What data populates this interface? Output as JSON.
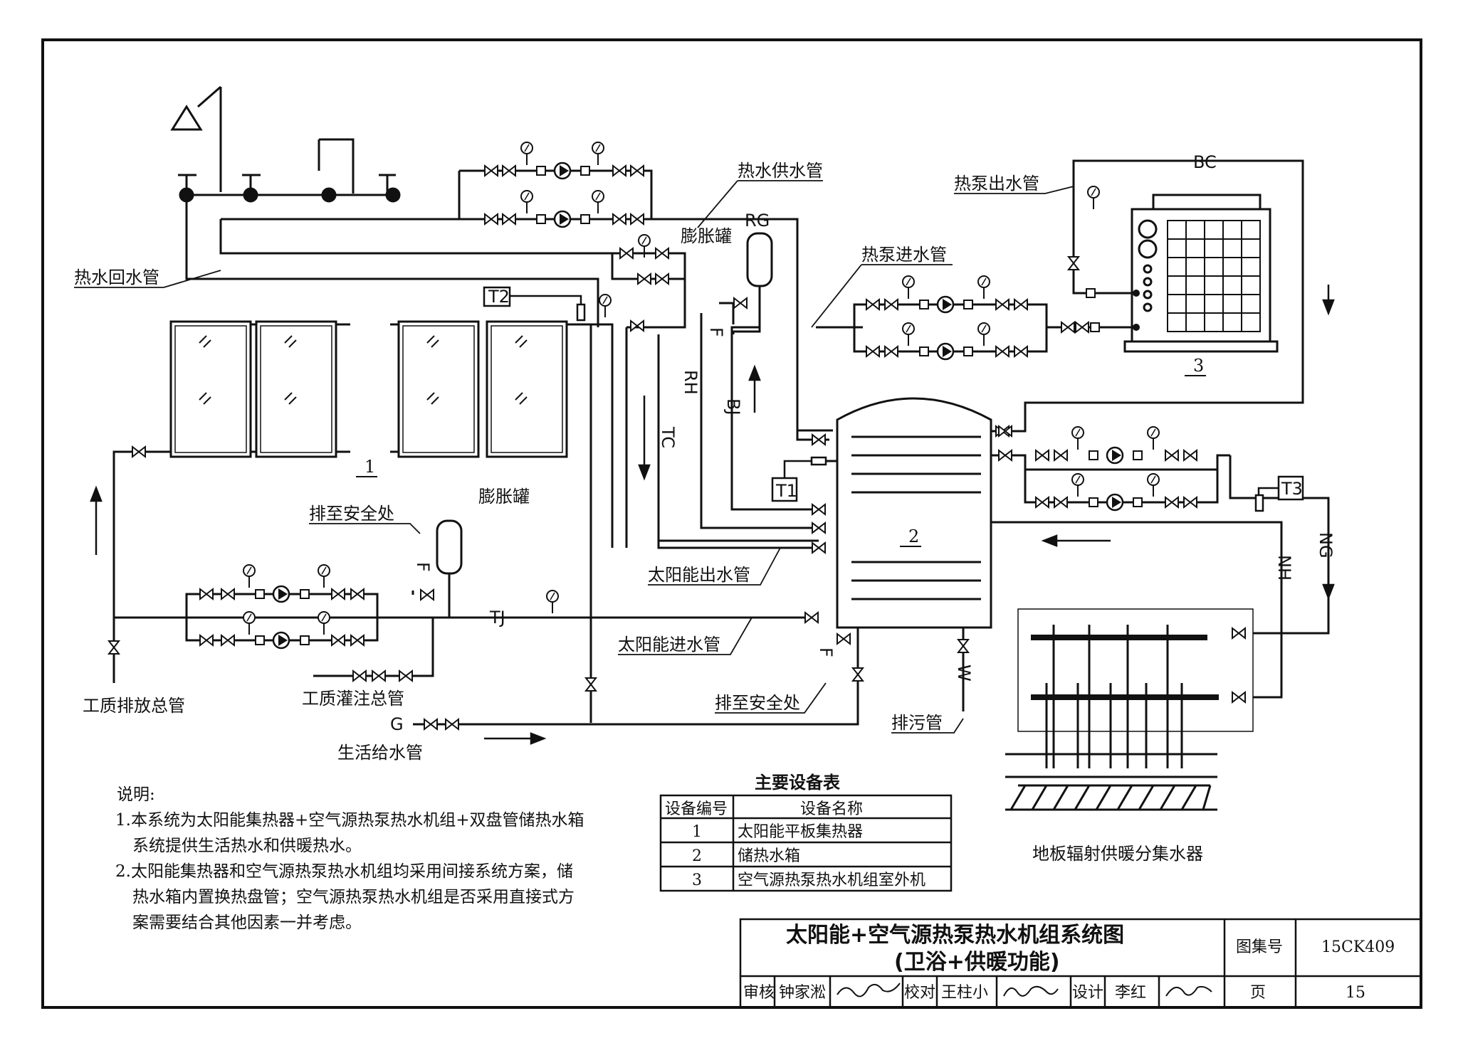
{
  "labels": {
    "hot_return": "热水回水管",
    "hot_supply": "热水供水管",
    "expansion_tank_1": "膨胀罐",
    "expansion_tank_2": "膨胀罐",
    "hp_out": "热泵出水管",
    "hp_in": "热泵进水管",
    "discharge_safe_1": "排至安全处",
    "discharge_safe_2": "排至安全处",
    "solar_out": "太阳能出水管",
    "solar_in": "太阳能进水管",
    "medium_drain": "工质排放总管",
    "medium_fill": "工质灌注总管",
    "domestic_supply": "生活给水管",
    "sewage": "排污管",
    "manifold": "地板辐射供暖分集水器"
  },
  "codes": {
    "RG": "RG",
    "BC": "BC",
    "RH": "RH",
    "BJ": "BJ",
    "TC": "TC",
    "TJ": "TJ",
    "NH": "NH",
    "NG": "NG",
    "G": "G",
    "F1": "F",
    "F2": "F",
    "F3": "F",
    "F4": "F",
    "T1": "T1",
    "T2": "T2",
    "T3": "T3",
    "W": "W"
  },
  "numbers": {
    "n1": "1",
    "n2": "2",
    "n3": "3"
  },
  "notes": {
    "heading": "说明:",
    "lines": [
      "1.本系统为太阳能集热器+空气源热泵热水机组+双盘管储热水箱",
      "系统提供生活热水和供暖热水。",
      "2.太阳能集热器和空气源热泵热水机组均采用间接系统方案，储",
      "热水箱内置换热盘管；空气源热泵热水机组是否采用直接式方",
      "案需要结合其他因素一并考虑。"
    ]
  },
  "equipment": {
    "title": "主要设备表",
    "headers": [
      "设备编号",
      "设备名称"
    ],
    "rows": [
      [
        "1",
        "太阳能平板集热器"
      ],
      [
        "2",
        "储热水箱"
      ],
      [
        "3",
        "空气源热泵热水机组室外机"
      ]
    ]
  },
  "titleblock": {
    "title1": "太阳能+空气源热泵热水机组系统图",
    "title2": "(卫浴+供暖功能)",
    "atlas_label": "图集号",
    "atlas_no": "15CK409",
    "page_label": "页",
    "page_no": "15",
    "review_label": "审核",
    "review_name": "钟家淞",
    "check_label": "校对",
    "check_name": "王柱小",
    "design_label": "设计",
    "design_name": "李红"
  },
  "colors": {
    "ink": "#111111",
    "paper": "#ffffff"
  }
}
